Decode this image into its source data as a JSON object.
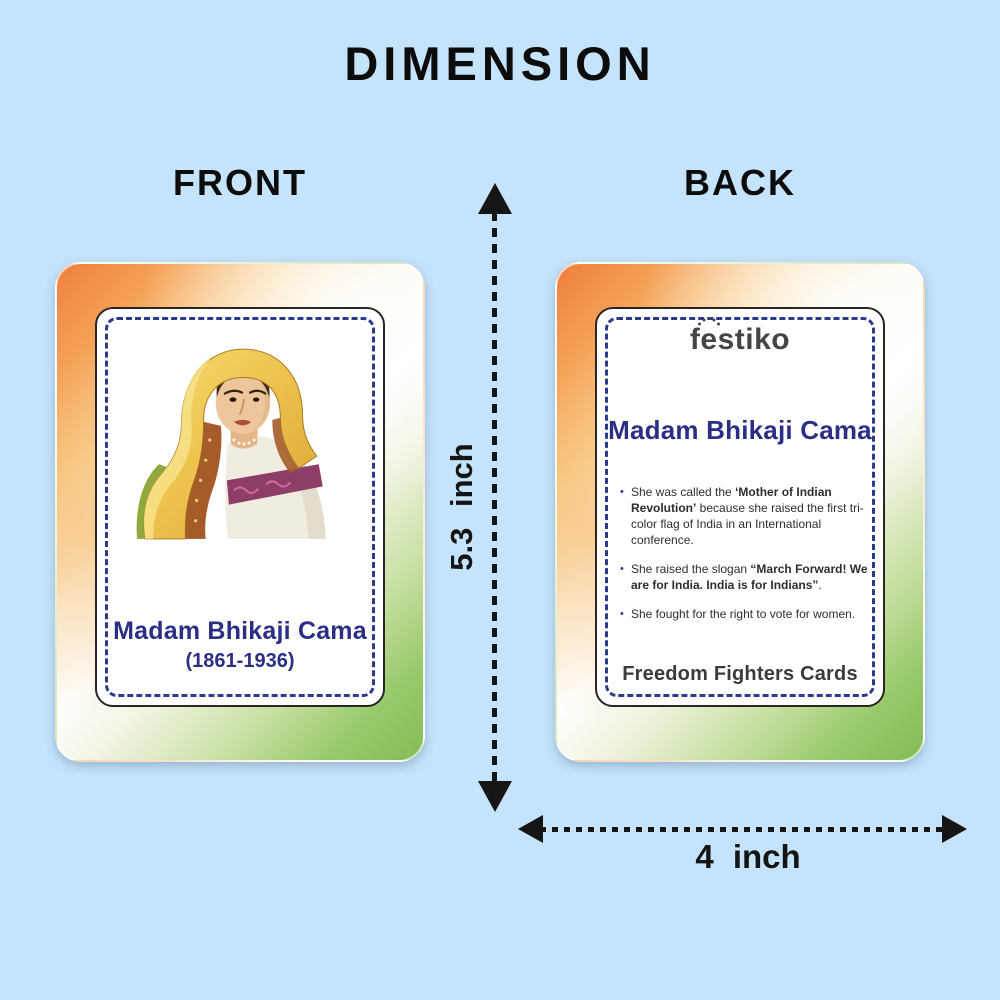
{
  "page": {
    "title": "DIMENSION"
  },
  "labels": {
    "front": "FRONT",
    "back": "BACK"
  },
  "dimension_arrows": {
    "height_label": "5.3 inch",
    "width_label": "4 inch"
  },
  "front_card": {
    "person_name": "Madam Bhikaji Cama",
    "person_years": "(1861-1936)",
    "portrait": "madam-bhikaji-cama-portrait-illustration"
  },
  "back_card": {
    "brand_logo": "festiko",
    "title": "Madam Bhikaji Cama",
    "bullets": [
      {
        "segments": [
          {
            "t": "She was called the ",
            "b": false
          },
          {
            "t": "‘Mother of Indian Revolution’",
            "b": true
          },
          {
            "t": " because she raised the first tri-color flag of India in an International conference.",
            "b": false
          }
        ]
      },
      {
        "segments": [
          {
            "t": "She raised the slogan ",
            "b": false
          },
          {
            "t": "“March Forward! We are for India. India is for Indians”",
            "b": true
          },
          {
            "t": ".",
            "b": false
          }
        ]
      },
      {
        "segments": [
          {
            "t": "She fought for the right to vote for women.",
            "b": false
          }
        ]
      }
    ],
    "footer": "Freedom Fighters Cards"
  },
  "colors": {
    "background": "#c5e3fa",
    "navy_text": "#2a2f85",
    "dash_border": "#2b3a8c",
    "arrow_black": "#151515",
    "card_saffron": "#ee7f3e",
    "card_green": "#83bd55",
    "logo_charcoal": "#454549",
    "footer_charcoal": "#3b3b3d"
  }
}
